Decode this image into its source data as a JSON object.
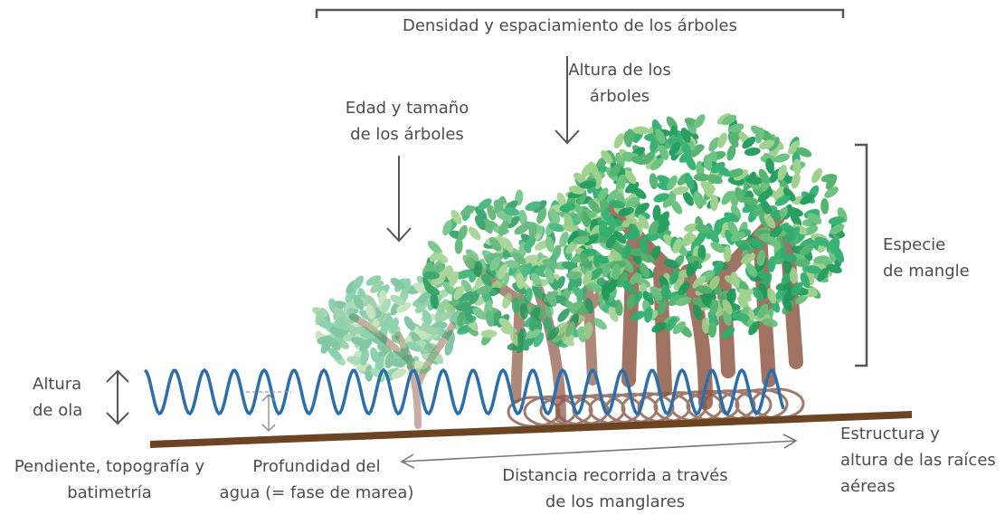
{
  "labels": {
    "density": "Densidad y espaciamiento de los árboles",
    "tree_height": [
      "Altura de los",
      "árboles"
    ],
    "age_size": [
      "Edad y tamaño",
      "de los árboles"
    ],
    "species": [
      "Especie",
      "de mangle"
    ],
    "wave_height": [
      "Altura",
      "de ola"
    ],
    "slope": [
      "Pendiente, topografía y",
      "batimetría"
    ],
    "water_depth": [
      "Profundidad del",
      "agua (= fase de marea)"
    ],
    "distance": [
      "Distancia recorrida a través",
      "de los manglares"
    ],
    "roots": [
      "Estructura y",
      "altura de las raíces",
      "aéreas"
    ]
  },
  "colors": {
    "text": "#4d4d4d",
    "bracket": "#555555",
    "ground": "#6b4424",
    "wave": "#2a6fab",
    "trunk": "#9a6a5a",
    "leaf_dark": "#1f9a5a",
    "leaf_mid": "#4fb06a",
    "leaf_light": "#9ccf8a"
  }
}
